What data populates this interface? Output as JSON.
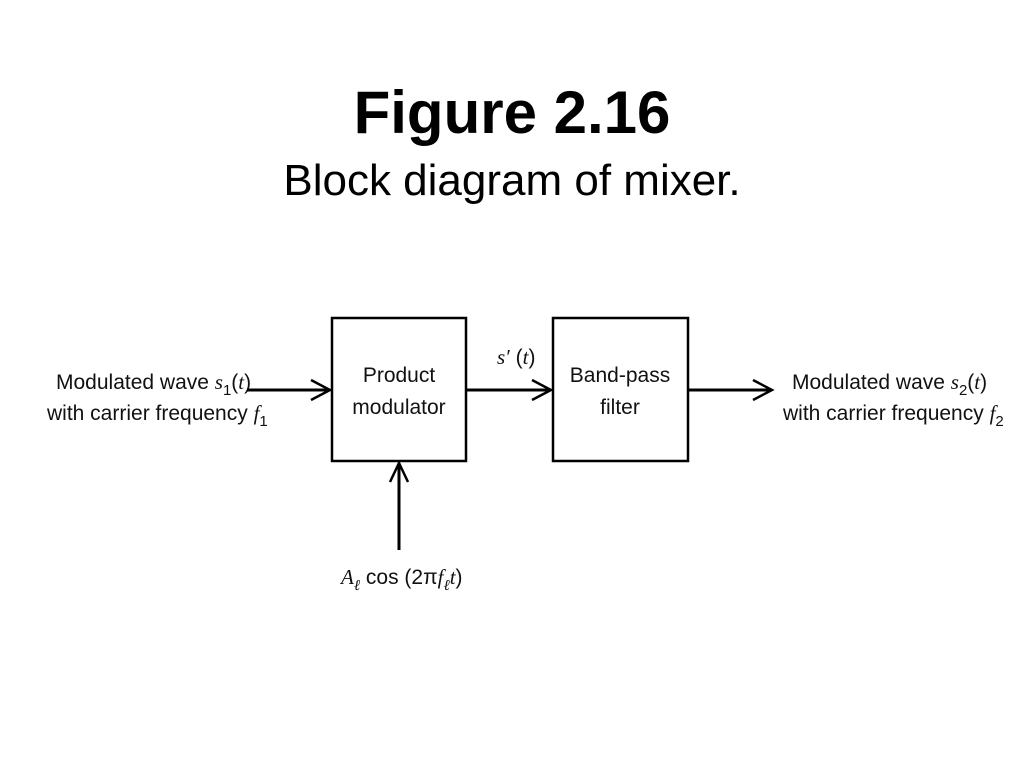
{
  "title": "Figure 2.16",
  "subtitle": "Block diagram of mixer.",
  "diagram": {
    "input": {
      "line1_text": "Modulated wave ",
      "line1_var": "s",
      "line1_sub": "1",
      "line1_arg_open": "(",
      "line1_arg": "t",
      "line1_arg_close": ")",
      "line2_text": "with carrier frequency ",
      "line2_var": "f",
      "line2_sub": "1"
    },
    "product_modulator": {
      "line1": "Product",
      "line2": "modulator"
    },
    "intermediate_signal": {
      "var": "s′",
      "arg_open": " (",
      "arg": "t",
      "arg_close": ")"
    },
    "band_pass_filter": {
      "line1": "Band-pass",
      "line2": "filter"
    },
    "output": {
      "line1_text": "Modulated wave ",
      "line1_var": "s",
      "line1_sub": "2",
      "line1_arg_open": "(",
      "line1_arg": "t",
      "line1_arg_close": ")",
      "line2_text": "with carrier frequency ",
      "line2_var": "f",
      "line2_sub": "2"
    },
    "local_oscillator": {
      "amp_var": "A",
      "amp_sub": "ℓ",
      "func": " cos (2π",
      "freq_var": "f",
      "freq_sub": "ℓ",
      "time_var": "t",
      "close": ")"
    }
  }
}
